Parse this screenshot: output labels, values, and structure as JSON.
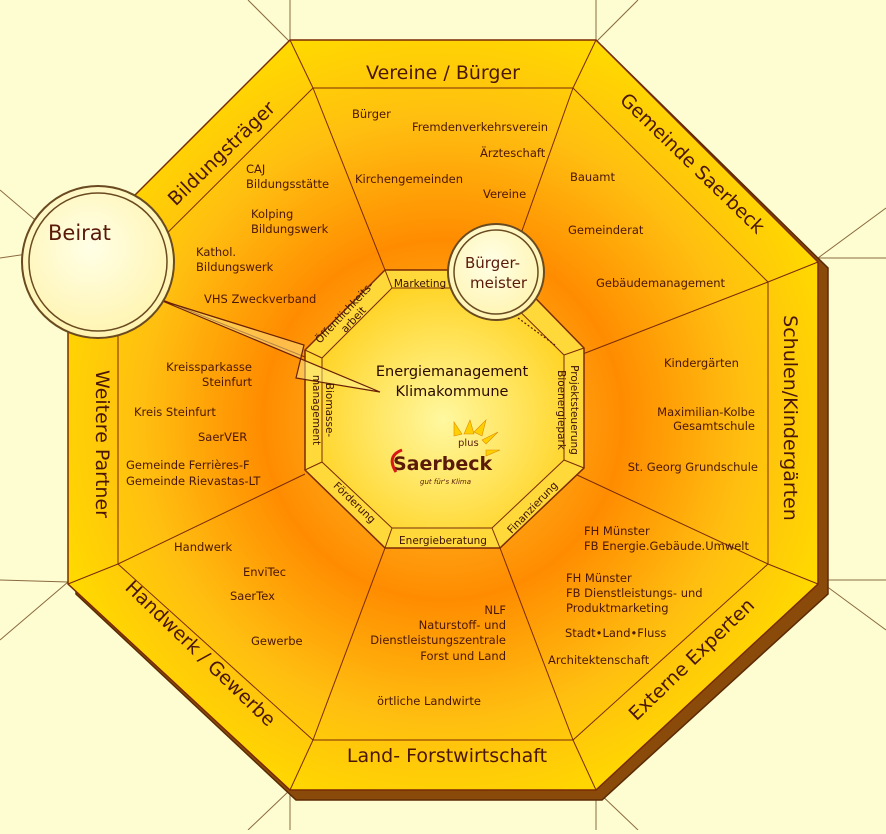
{
  "diagram": {
    "center": {
      "line1": "Energiemanagement",
      "line2": "Klimakommune"
    },
    "logo": {
      "wordmark": "Saerbeck",
      "plus": "plus",
      "slogan": "gut für's Klima"
    },
    "beirat": "Beirat",
    "buergermeister": {
      "line1": "Bürger-",
      "line2": "meister"
    },
    "inner_segments": {
      "top": "Marketing",
      "upper_left_1": "Öffentlichkeits-",
      "upper_left_2": "arbeit",
      "left_1": "Biomasse-",
      "left_2": "management",
      "lower_left": "Förderung",
      "bottom": "Energieberatung",
      "lower_right": "Finanzierung",
      "right_1": "Projektsteuerung",
      "right_2": "Bioenergiepark"
    },
    "sectors": {
      "top": {
        "label": "Vereine / Bürger",
        "items": [
          "Bürger",
          "Fremdenverkehrsverein",
          "Ärzteschaft",
          "Kirchengemeinden",
          "Vereine"
        ]
      },
      "top_right": {
        "label": "Gemeinde Saerbeck",
        "items": [
          "Bauamt",
          "Gemeinderat",
          "Gebäudemanagement"
        ]
      },
      "right": {
        "label": "Schulen/Kindergärten",
        "items": [
          "Kindergärten",
          "Maximilian-Kolbe",
          "Gesamtschule",
          "St. Georg Grundschule"
        ]
      },
      "bottom_right": {
        "label": "Externe Experten",
        "items": [
          "FH Münster",
          "FB Energie.Gebäude.Umwelt",
          "FH Münster",
          "FB Dienstleistungs- und",
          "Produktmarketing",
          "Stadt•Land•Fluss",
          "Architektenschaft"
        ]
      },
      "bottom": {
        "label": "Land- Forstwirtschaft",
        "items": [
          "NLF",
          "Naturstoff- und",
          "Dienstleistungszentrale",
          "Forst und Land",
          "örtliche Landwirte"
        ]
      },
      "bottom_left": {
        "label": "Handwerk / Gewerbe",
        "items": [
          "Handwerk",
          "EnviTec",
          "SaerTex",
          "Gewerbe"
        ]
      },
      "left": {
        "label": "Weitere Partner",
        "items": [
          "Kreissparkasse",
          "Steinfurt",
          "Kreis Steinfurt",
          "SaerVER",
          "Gemeinde Ferrières-F",
          "Gemeinde Rievastas-LT"
        ]
      },
      "top_left": {
        "label": "Bildungsträger",
        "items": [
          "CAJ",
          "Bildungsstätte",
          "Kolping",
          "Bildungswerk",
          "Kathol.",
          "Bildungswerk",
          "VHS Zweckverband"
        ]
      }
    }
  },
  "colors": {
    "background": "#fefdd2",
    "outline": "#7a2a06",
    "bevel": "#8a4a0a",
    "band": "#fbd000",
    "core": "#ff8a00",
    "center_octagon": "#ffe95a"
  }
}
